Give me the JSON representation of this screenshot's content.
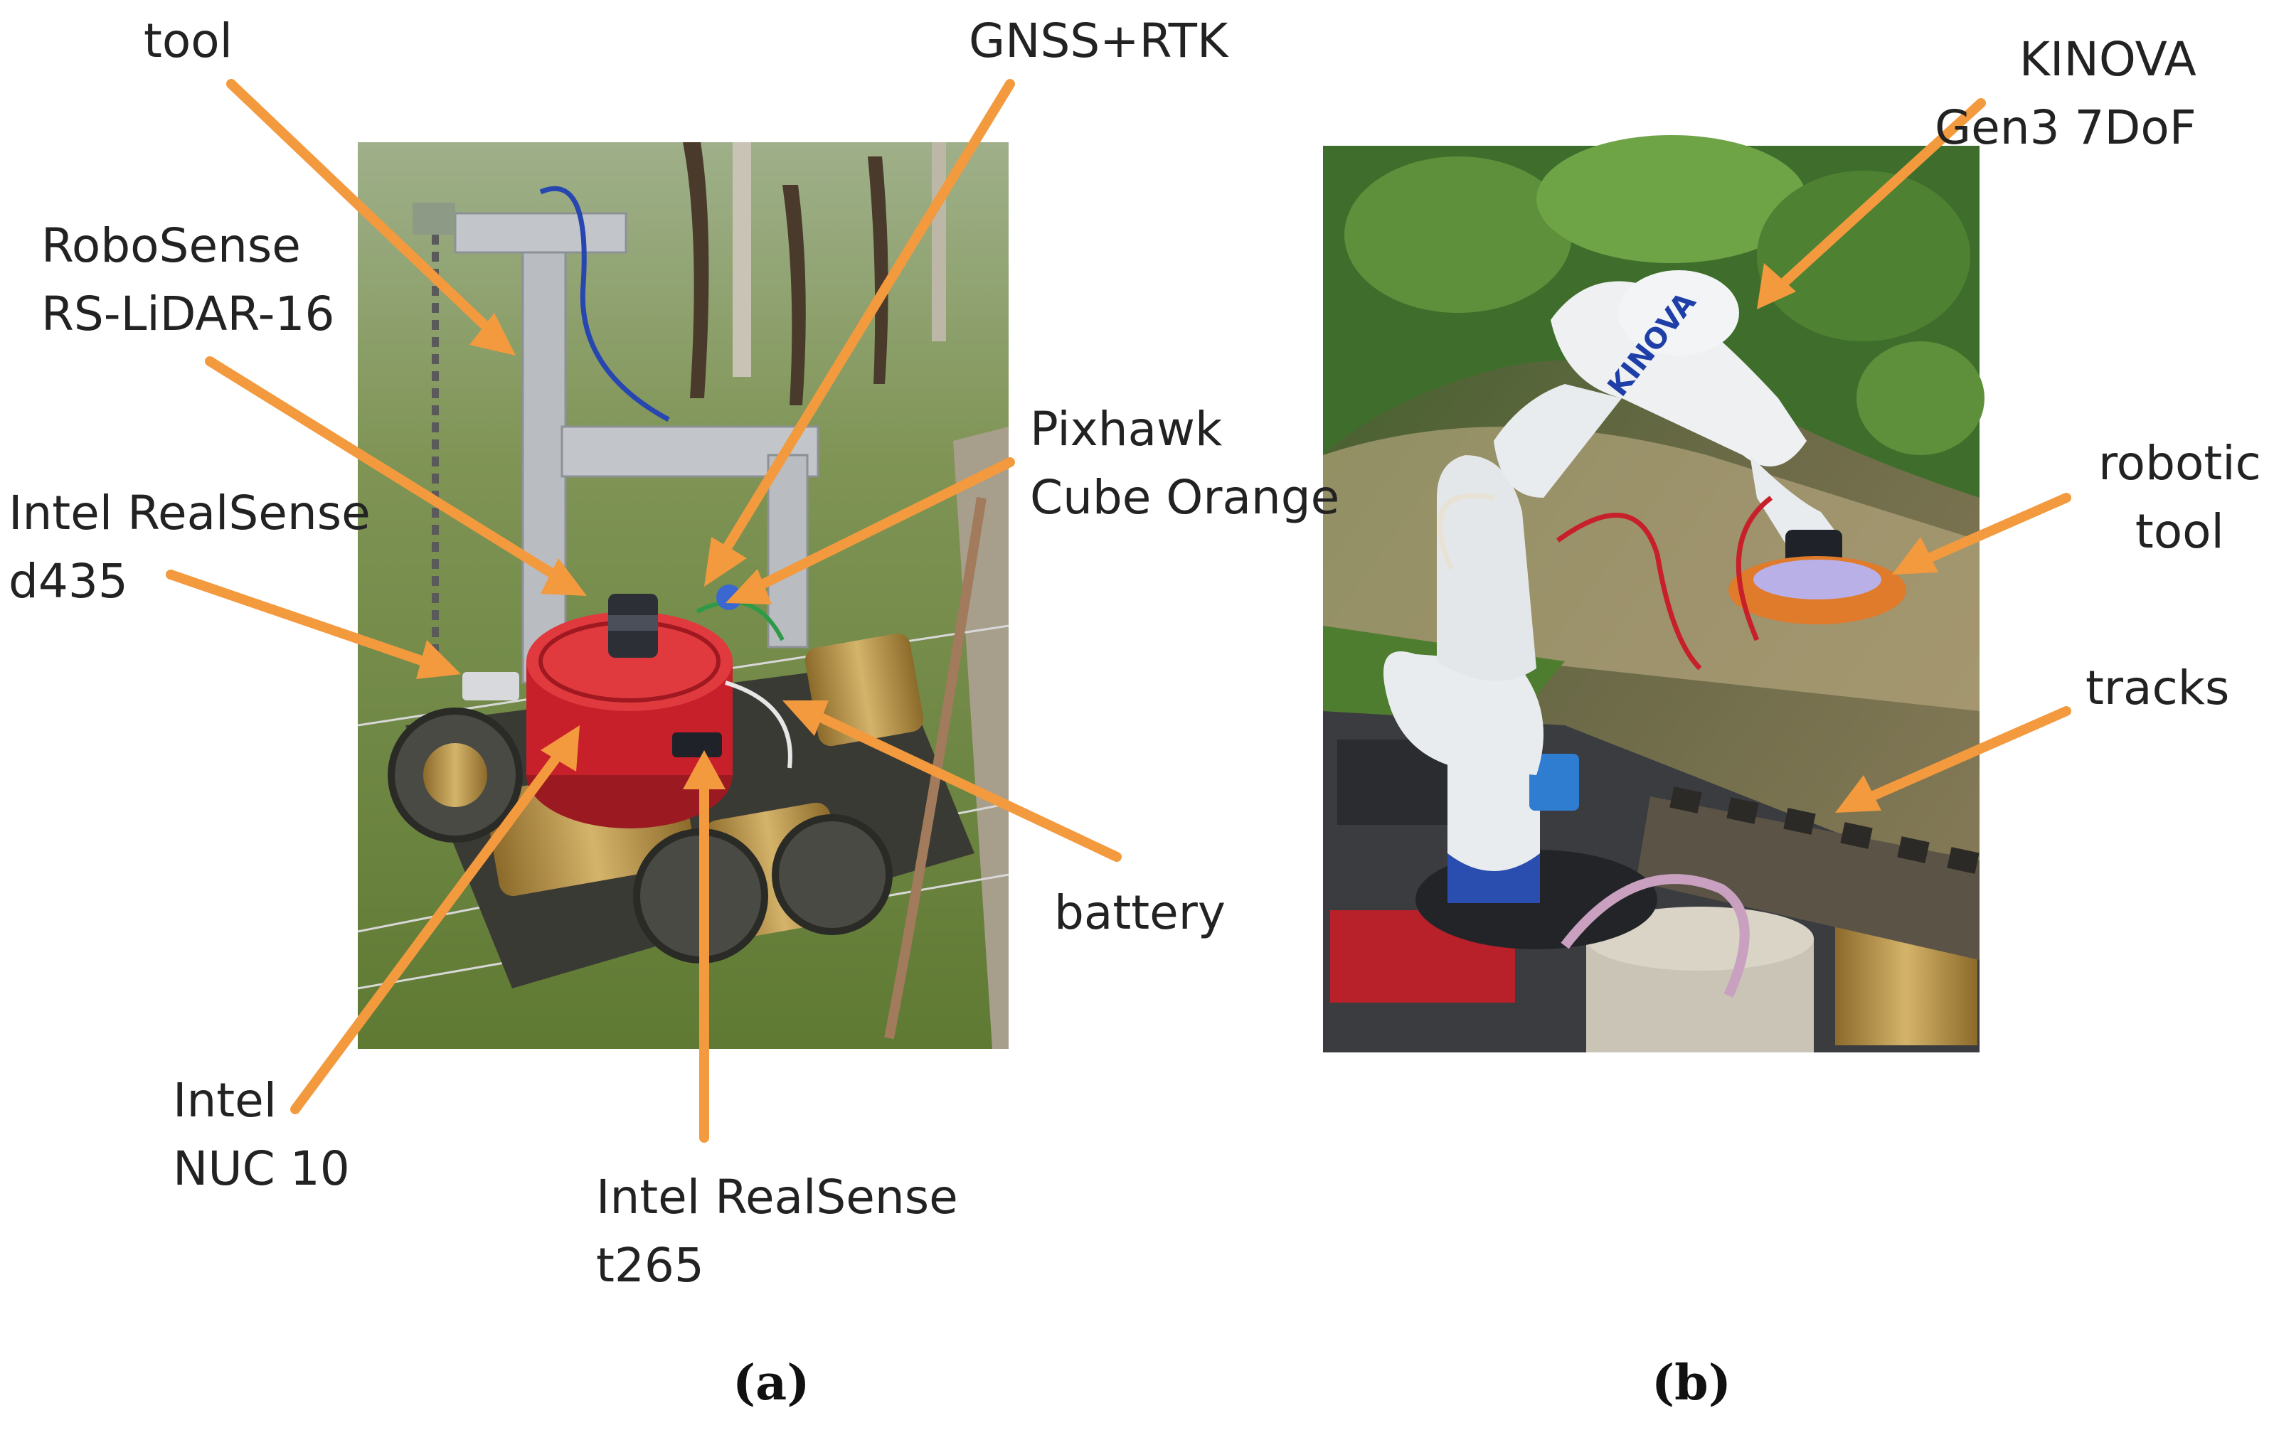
{
  "panel_a": {
    "caption": "(a)",
    "labels": {
      "tool": "tool",
      "gnss": "GNSS+RTK",
      "robosense": "RoboSense\nRS-LiDAR-16",
      "pixhawk": "Pixhawk\nCube Orange",
      "realsense_d435": "Intel RealSense\nd435",
      "battery": "battery",
      "nuc": "Intel\nNUC 10",
      "realsense_t265": "Intel RealSense\nt265"
    }
  },
  "panel_b": {
    "caption": "(b)",
    "labels": {
      "kinova": "KINOVA\nGen3 7DoF",
      "robotic_tool": "robotic\ntool",
      "tracks": "tracks"
    },
    "arm_logo": "KINOVA"
  },
  "colors": {
    "arrow": "#f39a3e",
    "text": "#222222",
    "robot_red": "#c8202b",
    "brass": "#b8954a",
    "grass": "#6f8a3e",
    "foliage": "#3f6e2c",
    "arm_white": "#e9ecef"
  }
}
